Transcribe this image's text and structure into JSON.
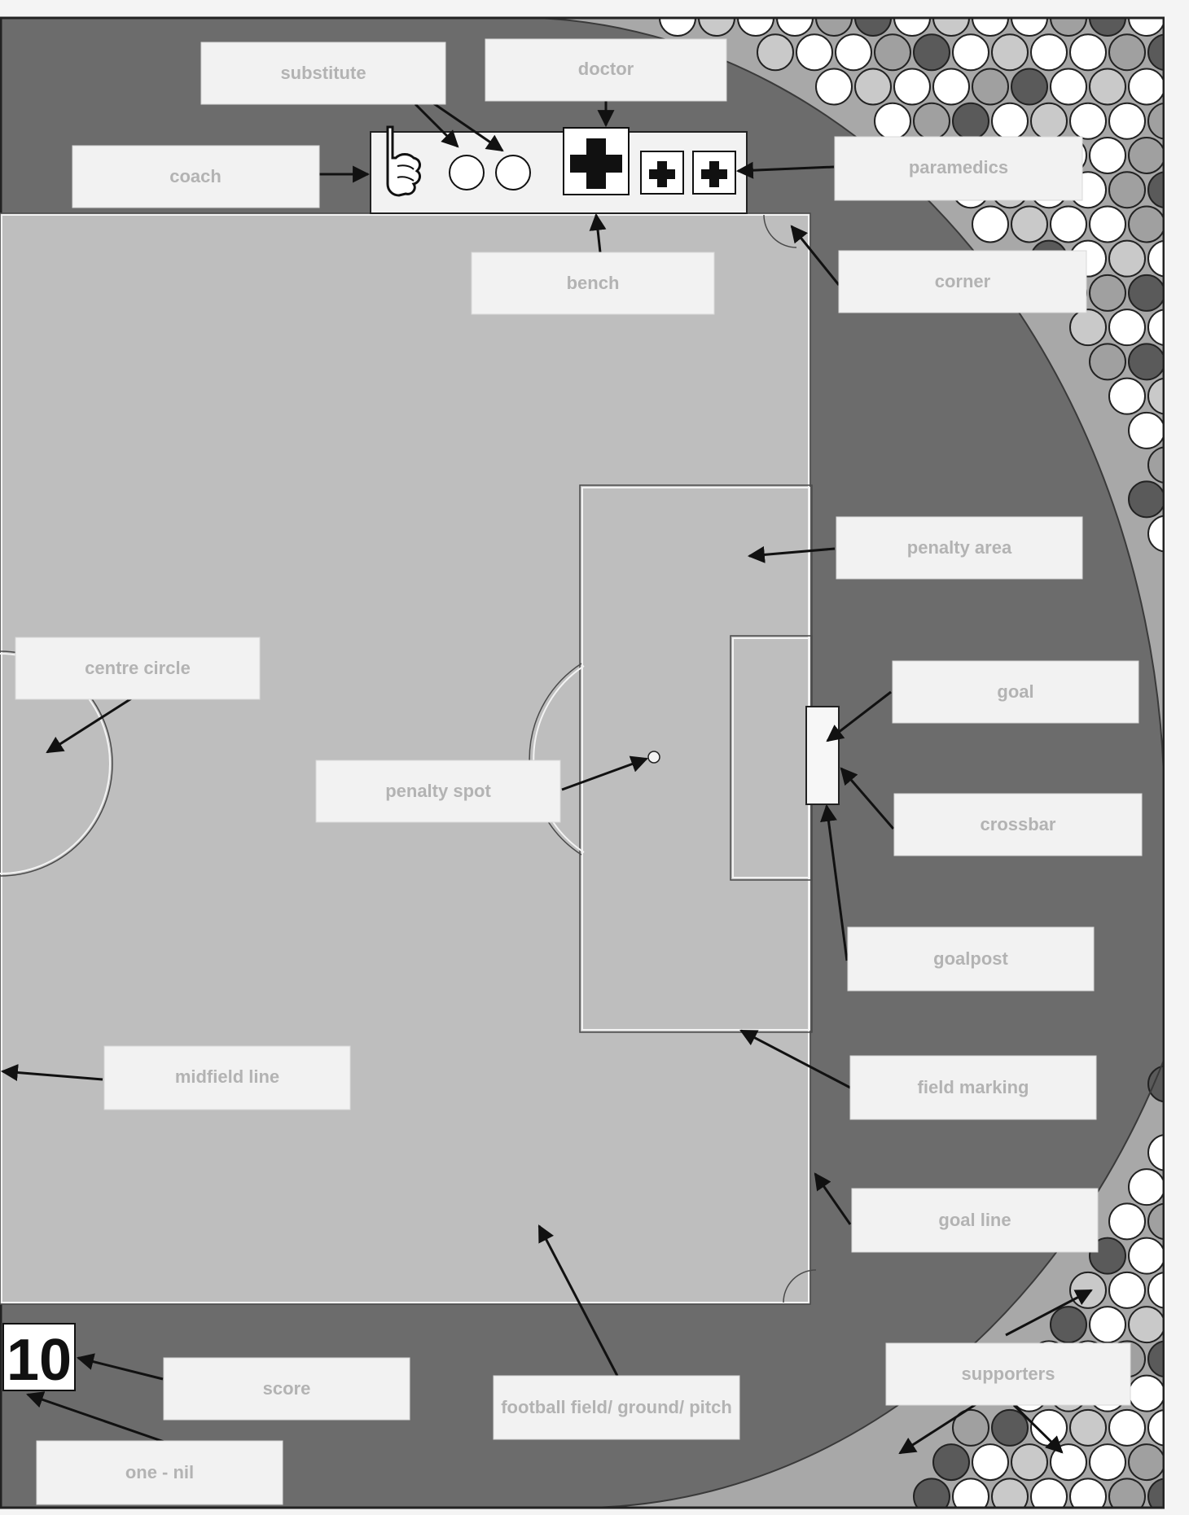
{
  "labels": {
    "substitute": "substitute",
    "doctor": "doctor",
    "coach": "coach",
    "paramedics": "paramedics",
    "bench": "bench",
    "corner": "corner",
    "penalty_area": "penalty area",
    "goal": "goal",
    "centre_circle": "centre circle",
    "penalty_spot": "penalty spot",
    "crossbar": "crossbar",
    "goalpost": "goalpost",
    "midfield_line": "midfield line",
    "field_marking": "field marking",
    "goal_line": "goal line",
    "score": "score",
    "football_field": "football field/ ground/ pitch",
    "supporters": "supporters",
    "one_nil": "one - nil"
  },
  "scoreboard": {
    "digits": "10"
  },
  "colors": {
    "track": "#6c6c6c",
    "pitch": "#bebebe",
    "crowd_ring": "#a8a8a8",
    "label_text": "#b3b3b3",
    "label_box": "#f2f2f2"
  },
  "icons": [
    "pointing-hand-icon",
    "medical-cross-icon"
  ]
}
